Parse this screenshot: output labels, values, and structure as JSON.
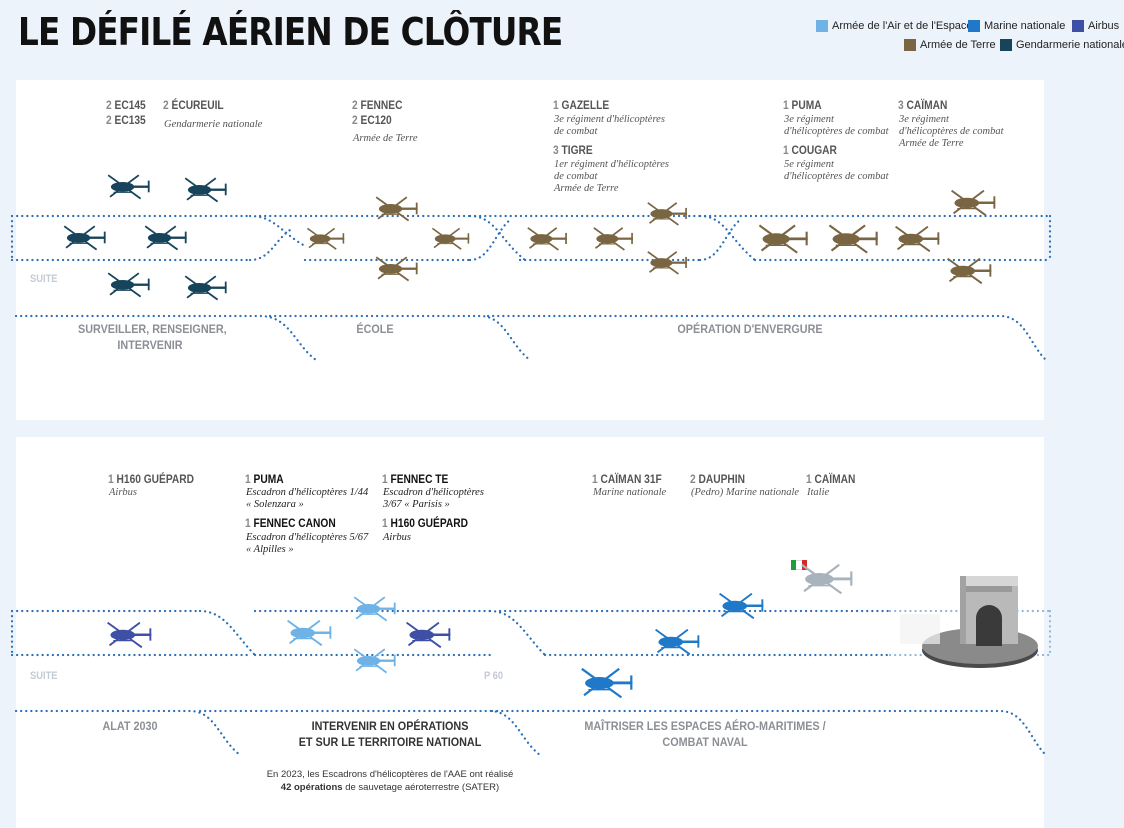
{
  "title": "LE DÉFILÉ AÉRIEN DE CLÔTURE",
  "legend": [
    {
      "label": "Armée de l'Air et de l'Espace",
      "color": "#6fb3e6"
    },
    {
      "label": "Marine nationale",
      "color": "#1f78c8"
    },
    {
      "label": "Airbus",
      "color": "#3e4fa6"
    },
    {
      "label": "Armée de Terre",
      "color": "#7a6543"
    },
    {
      "label": "Gendarmerie nationale",
      "color": "#17445a"
    }
  ],
  "panel1": {
    "groups": [
      {
        "line1_n": "2",
        "line1": "EC145",
        "line2_n": "2",
        "line2": "EC135"
      },
      {
        "n": "2",
        "name": "ÉCUREUIL",
        "sub": "Gendarmerie nationale"
      },
      {
        "n": "2",
        "name": "FENNEC",
        "n2": "2",
        "name2": "EC120",
        "sub": "Armée de Terre"
      },
      {
        "n": "1",
        "name": "GAZELLE",
        "sub": [
          "3e régiment d'hélicoptères",
          "de combat"
        ],
        "n2": "3",
        "name2": "TIGRE",
        "sub2": [
          "1er régiment d'hélicoptères",
          "de combat",
          "Armée de Terre"
        ]
      },
      {
        "n": "1",
        "name": "PUMA",
        "sub": [
          "3e régiment",
          "d'hélicoptères de combat"
        ],
        "n2": "1",
        "name2": "COUGAR",
        "sub2": [
          "5e régiment",
          "d'hélicoptères de combat"
        ]
      },
      {
        "n": "3",
        "name": "CAÏMAN",
        "sub": [
          "3e régiment",
          "d'hélicoptères de combat",
          "Armée de Terre"
        ]
      }
    ],
    "suite": "SUITE",
    "sections": [
      "SURVEILLER, RENSEIGNER,",
      "INTERVENIR",
      "ÉCOLE",
      "OPÉRATION D'ENVERGURE"
    ]
  },
  "panel2": {
    "groups": [
      {
        "n": "1",
        "name": "H160 GUÉPARD",
        "sub": "Airbus"
      },
      {
        "n": "1",
        "name": "PUMA",
        "sub": [
          "Escadron d'hélicoptères 1/44",
          "« Solenzara »"
        ],
        "n2": "1",
        "name2": "FENNEC CANON",
        "sub2": [
          "Escadron d'hélicoptères 5/67",
          "« Alpilles »"
        ]
      },
      {
        "n": "1",
        "name": "FENNEC TE",
        "sub": [
          "Escadron d'hélicoptères",
          "3/67 « Parisis »"
        ],
        "n2": "1",
        "name2": "H160 GUÉPARD",
        "sub2": "Airbus"
      },
      {
        "n": "1",
        "name": "CAÏMAN 31F",
        "sub": "Marine nationale"
      },
      {
        "n": "2",
        "name": "DAUPHIN",
        "sub": "(Pedro) Marine nationale"
      },
      {
        "n": "1",
        "name": "CAÏMAN",
        "sub": "Italie"
      }
    ],
    "suite": "SUITE",
    "p60": "P 60",
    "sections": [
      "ALAT 2030",
      "INTERVENIR EN OPÉRATIONS",
      "ET SUR LE TERRITOIRE NATIONAL",
      "MAÎTRISER LES ESPACES AÉRO-MARITIMES /",
      "COMBAT NAVAL"
    ],
    "note_line1": "En 2023, les Escadrons d'hélicoptères de l'AAE ont réalisé",
    "note_bold": "42 opérations",
    "note_rest": "de sauvetage aéroterrestre (SATER)"
  },
  "colors": {
    "aae": "#6fb3e6",
    "marine": "#1f78c8",
    "airbus": "#3e4fa6",
    "terre": "#7a6543",
    "gendarmerie": "#17445a",
    "italie": "#a9b3bc",
    "dots": "#2a6fb6"
  }
}
